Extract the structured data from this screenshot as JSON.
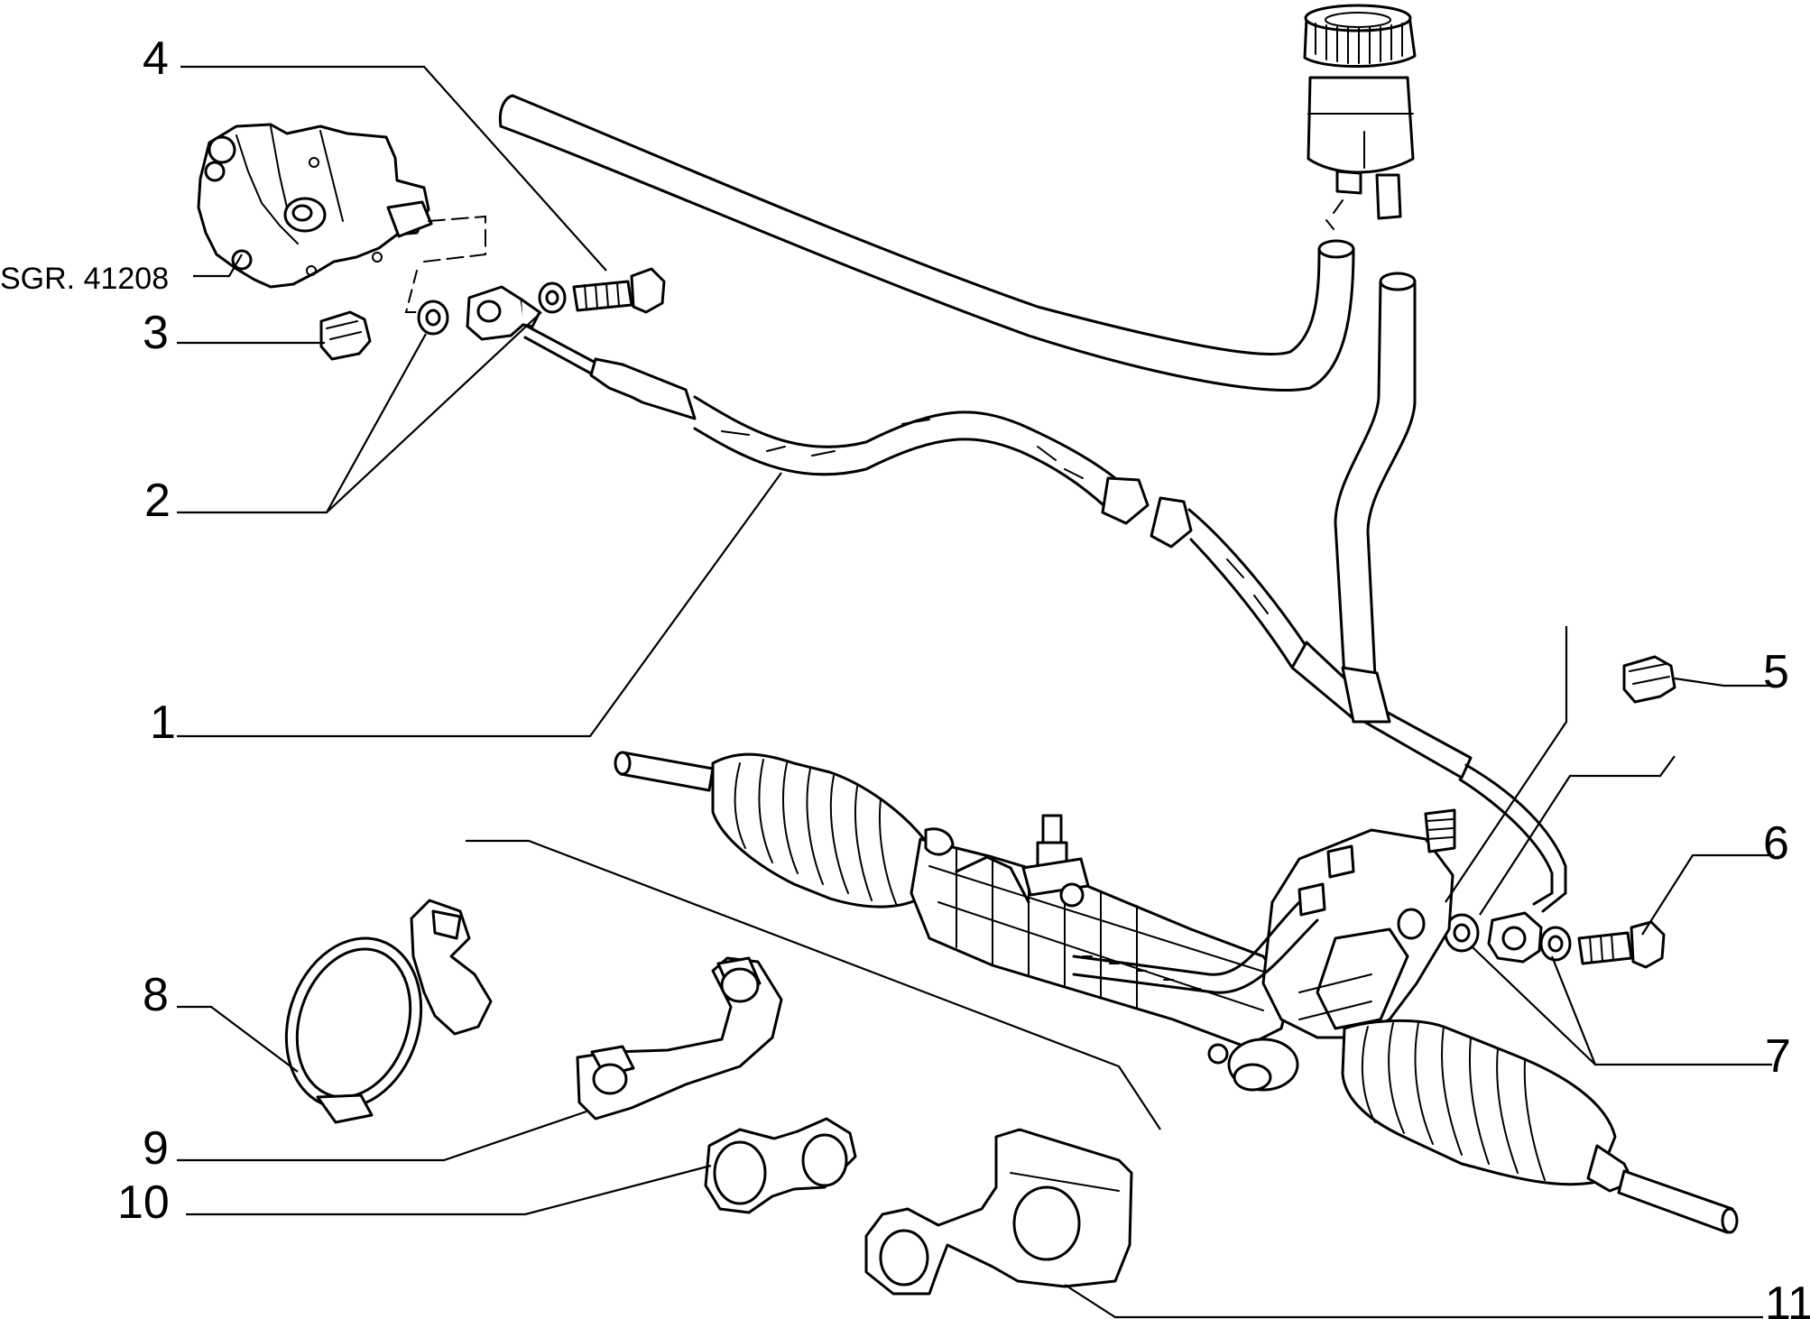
{
  "diagram": {
    "reference_label": "SGR. 41208",
    "callouts": [
      {
        "id": "1",
        "label": "1"
      },
      {
        "id": "2",
        "label": "2"
      },
      {
        "id": "3",
        "label": "3"
      },
      {
        "id": "4",
        "label": "4"
      },
      {
        "id": "5",
        "label": "5"
      },
      {
        "id": "6",
        "label": "6"
      },
      {
        "id": "7",
        "label": "7"
      },
      {
        "id": "8",
        "label": "8"
      },
      {
        "id": "9",
        "label": "9"
      },
      {
        "id": "10",
        "label": "10"
      },
      {
        "id": "11",
        "label": "11"
      }
    ]
  }
}
